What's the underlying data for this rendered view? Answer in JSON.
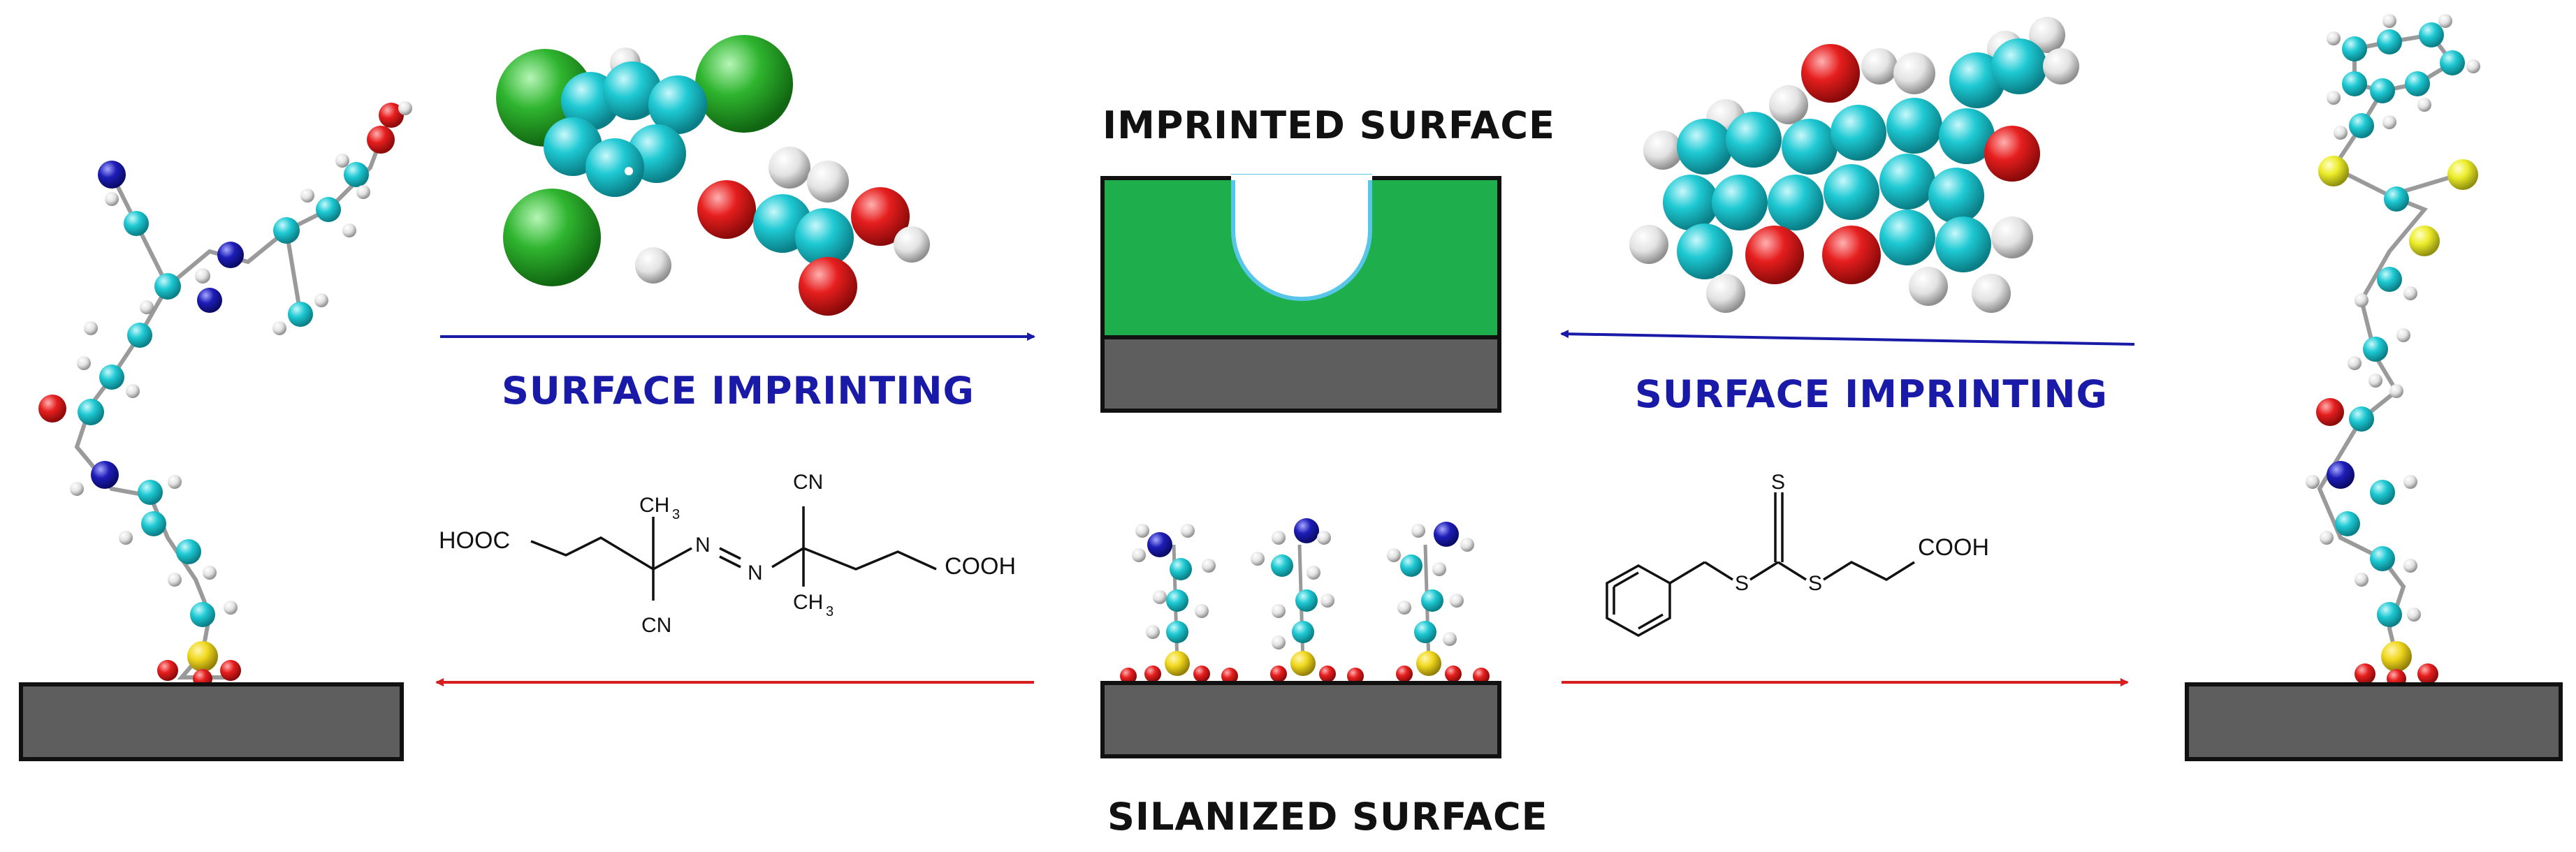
{
  "labels": {
    "imprinted_surface": "IMPRINTED SURFACE",
    "silanized_surface": "SILANIZED SURFACE",
    "surface_imprinting_left": "SURFACE IMPRINTING",
    "surface_imprinting_right": "SURFACE IMPRINTING"
  },
  "initiator_structure": {
    "hooc": "HOOC",
    "ch3_top": "CH",
    "ch3_top_sub": "3",
    "n_left": "N",
    "n_right": "N",
    "cn_top": "CN",
    "cn_bottom": "CN",
    "ch3_bottom": "CH",
    "ch3_bottom_sub": "3",
    "cooh": "COOH"
  },
  "raft_structure": {
    "s_top": "S",
    "s_left": "S",
    "s_right": "S",
    "cooh": "COOH"
  },
  "colors": {
    "label_black": "#111111",
    "label_blue": "#1a1aa8",
    "arrow_blue": "#1a1aa8",
    "arrow_red": "#d81f1f",
    "substrate": "#5e5e5e",
    "polymer_green": "#1fae4c",
    "carbon": "#1ec9d3",
    "oxygen": "#e61e1e",
    "nitrogen": "#1d1db8",
    "hydrogen": "#e6e6e6",
    "chlorine": "#2fb52f",
    "sulfur": "#ecec2a",
    "silicon": "#f0d81e"
  },
  "icons": [
    "azo-initiator-ball-and-stick",
    "2-4-5-trichlorophenoxyacetic-acid-spacefill",
    "warfarin-spacefill",
    "raft-agent-ball-and-stick",
    "silane-molecule-ball-and-stick"
  ]
}
